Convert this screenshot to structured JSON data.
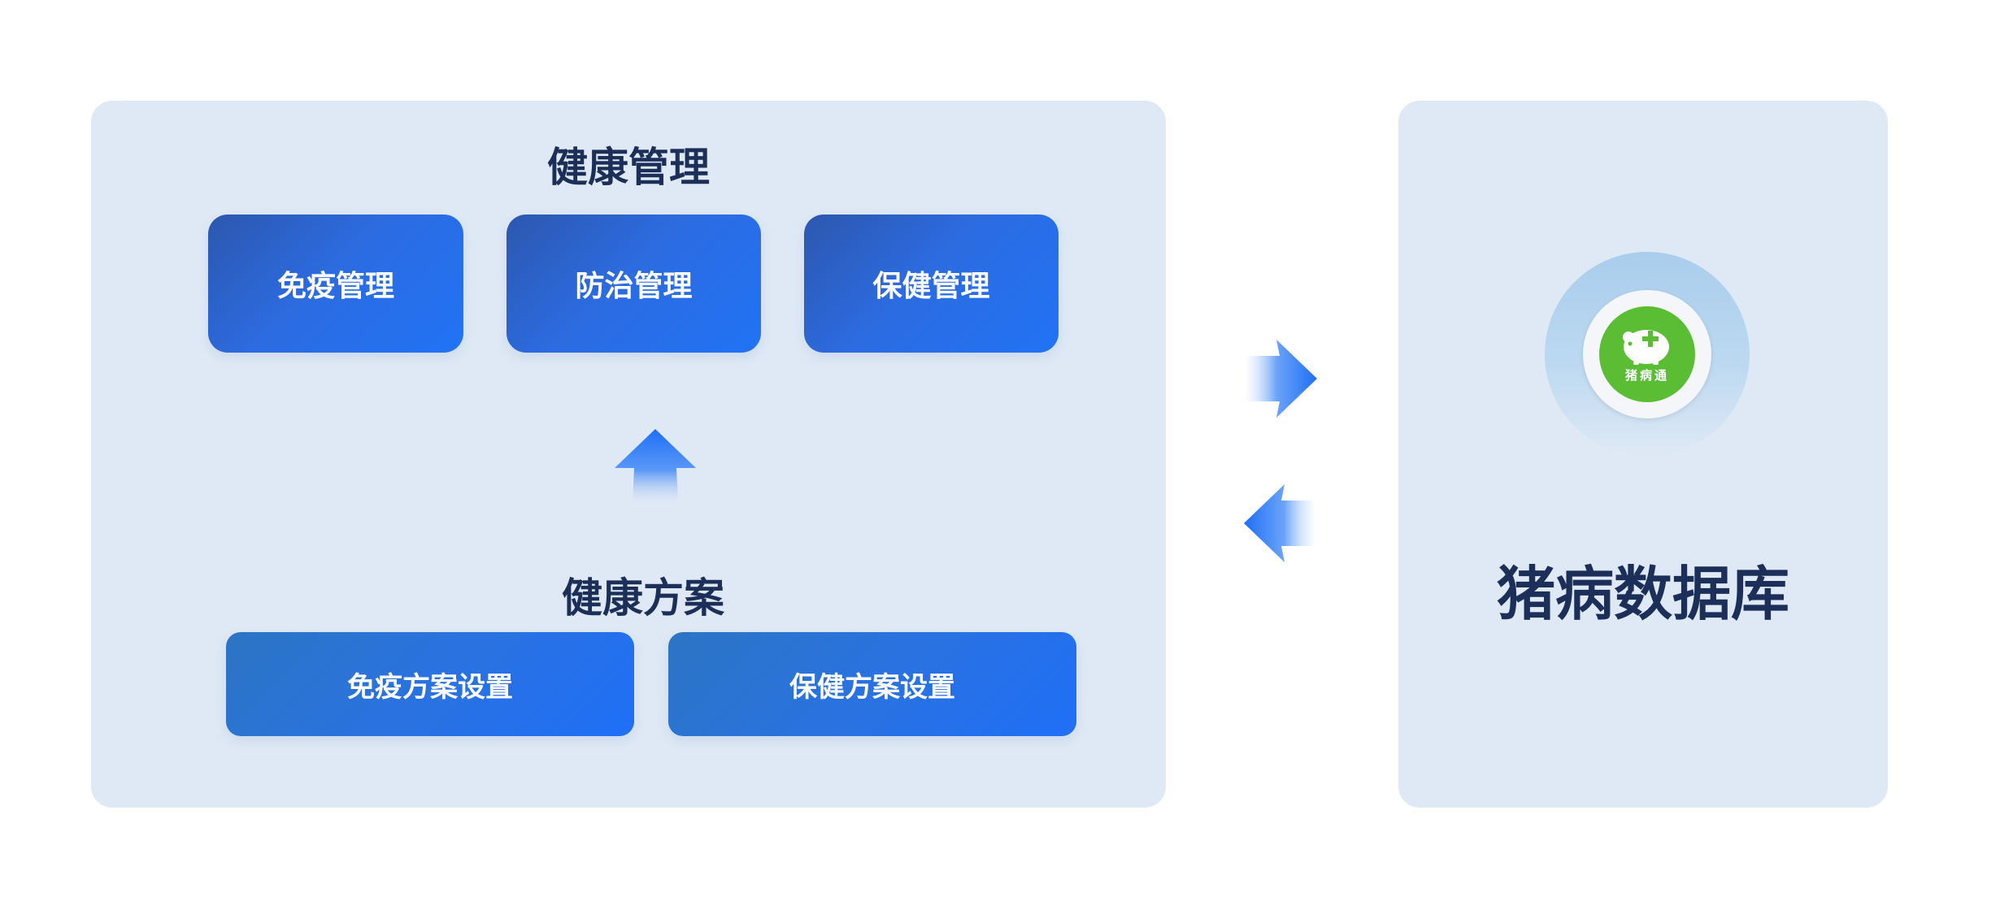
{
  "health_management": {
    "title": "健康管理",
    "buttons": [
      "免疫管理",
      "防治管理",
      "保健管理"
    ]
  },
  "health_plan": {
    "title": "健康方案",
    "buttons": [
      "免疫方案设置",
      "保健方案设置"
    ]
  },
  "database": {
    "title": "猪病数据库",
    "logo_text": "猪病通"
  },
  "colors": {
    "panel_bg": "#dfe9f5",
    "title_text": "#1c2f59",
    "button_blue": "#2173f6",
    "logo_green": "#5bbd33"
  }
}
